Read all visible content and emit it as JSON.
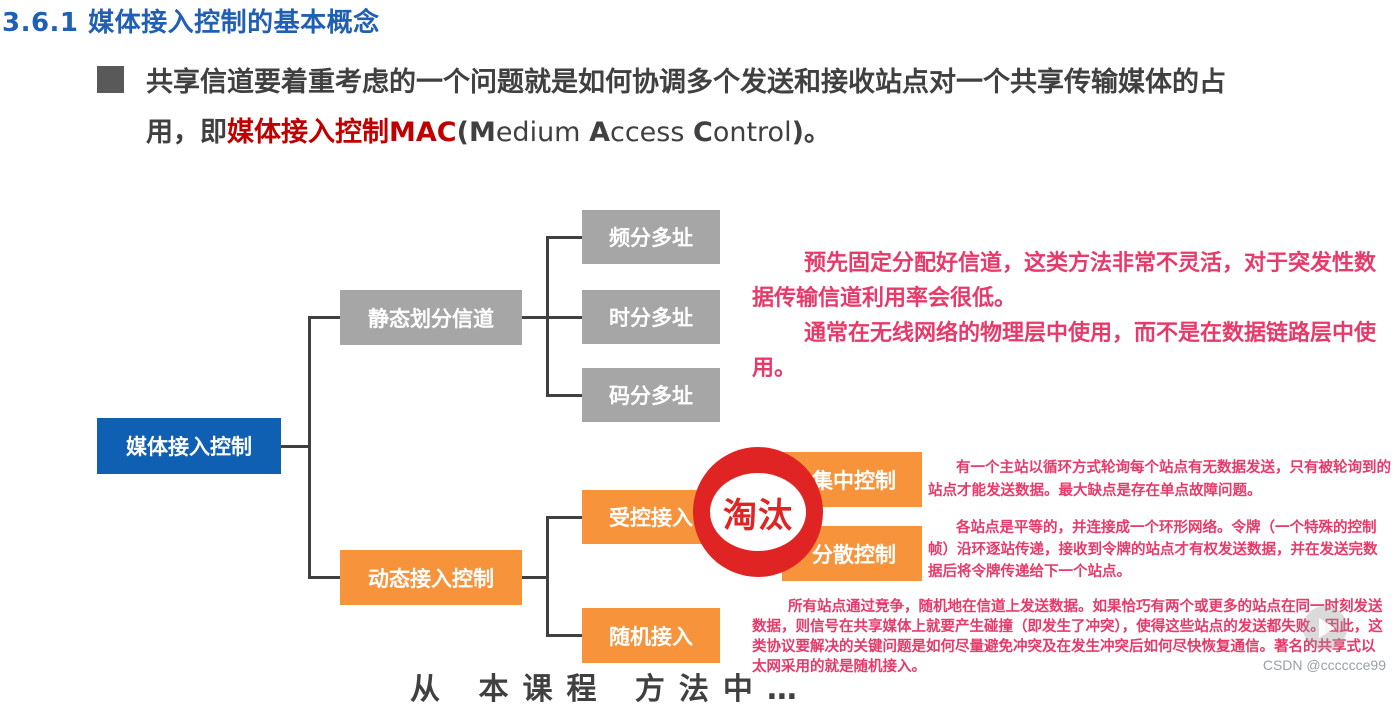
{
  "header": {
    "title": "3.6.1 媒体接入控制的基本概念"
  },
  "intro": {
    "line1": "共享信道要着重考虑的一个问题就是如何协调多个发送和接收站点对一个共享传输媒体的占",
    "line2_prefix": "用，即",
    "line2_red": "媒体接入控制MAC",
    "mac": {
      "open": "(",
      "m_bold": "M",
      "m_rest": "edium ",
      "a_bold": "A",
      "a_rest": "ccess ",
      "c_bold": "C",
      "c_rest": "ontrol",
      "close": ")。"
    }
  },
  "tree": {
    "root": "媒体接入控制",
    "static": "静态划分信道",
    "static_children": [
      "频分多址",
      "时分多址",
      "码分多址"
    ],
    "dynamic": "动态接入控制",
    "controlled": "受控接入",
    "controlled_children": [
      "集中控制",
      "分散控制"
    ],
    "random": "随机接入"
  },
  "notes": {
    "static_note_1": "预先固定分配好信道，这类方法非常不灵活，对于突发性数据传输信道利用率会很低。",
    "static_note_2": "通常在无线网络的物理层中使用，而不是在数据链路层中使用。",
    "central_note": "有一个主站以循环方式轮询每个站点有无数据发送，只有被轮询到的站点才能发送数据。最大缺点是存在单点故障问题。",
    "distributed_note": "各站点是平等的，并连接成一个环形网络。令牌（一个特殊的控制帧）沿环逐站传递，接收到令牌的站点才有权发送数据，并在发送完数据后将令牌传递给下一个站点。",
    "random_note": "所有站点通过竞争，随机地在信道上发送数据。如果恰巧有两个或更多的站点在同一时刻发送数据，则信号在共享媒体上就要产生碰撞（即发生了冲突），使得这些站点的发送都失败。因此，这类协议要解决的关键问题是如何尽量避免冲突及在发生冲突后如何尽快恢复通信。著名的共享式以太网采用的就是随机接入。"
  },
  "stamp": {
    "text": "淘汰"
  },
  "watermark": "CSDN @cccccce99",
  "cut_off_text": "从 本课程 方法中…"
}
